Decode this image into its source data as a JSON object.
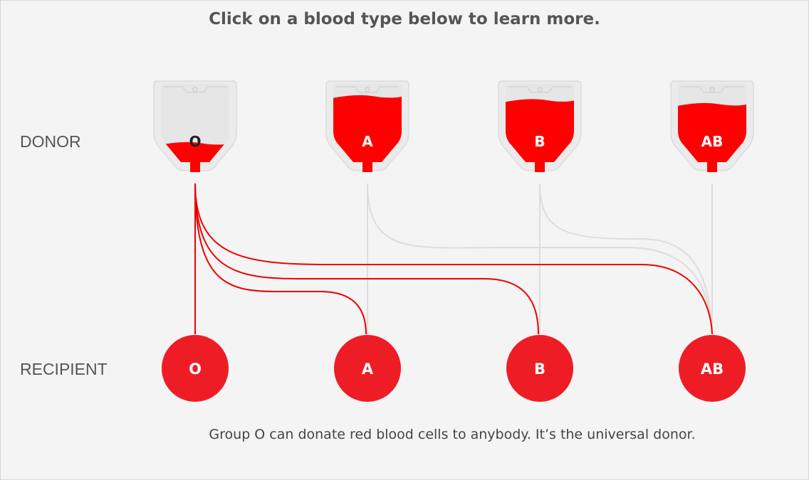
{
  "heading": "Click on a blood type below to learn more.",
  "donor_label": "DONOR",
  "recipient_label": "RECIPIENT",
  "caption": "Group O can donate red blood cells to anybody. It’s the universal donor.",
  "donors": [
    {
      "type": "O",
      "fill_level": 0.25,
      "selected": true
    },
    {
      "type": "A",
      "fill_level": 0.85,
      "selected": false
    },
    {
      "type": "B",
      "fill_level": 0.8,
      "selected": false
    },
    {
      "type": "AB",
      "fill_level": 0.75,
      "selected": false
    }
  ],
  "recipients": [
    {
      "type": "O"
    },
    {
      "type": "A"
    },
    {
      "type": "B"
    },
    {
      "type": "AB"
    }
  ],
  "colors": {
    "blood": "#ff0000",
    "recipient": "#ee1d25",
    "active_line": "#ee0000",
    "inactive_line": "#dddddd",
    "bag": "#ebebeb",
    "bag_outline": "#dcdcdc",
    "text": "#555555"
  }
}
